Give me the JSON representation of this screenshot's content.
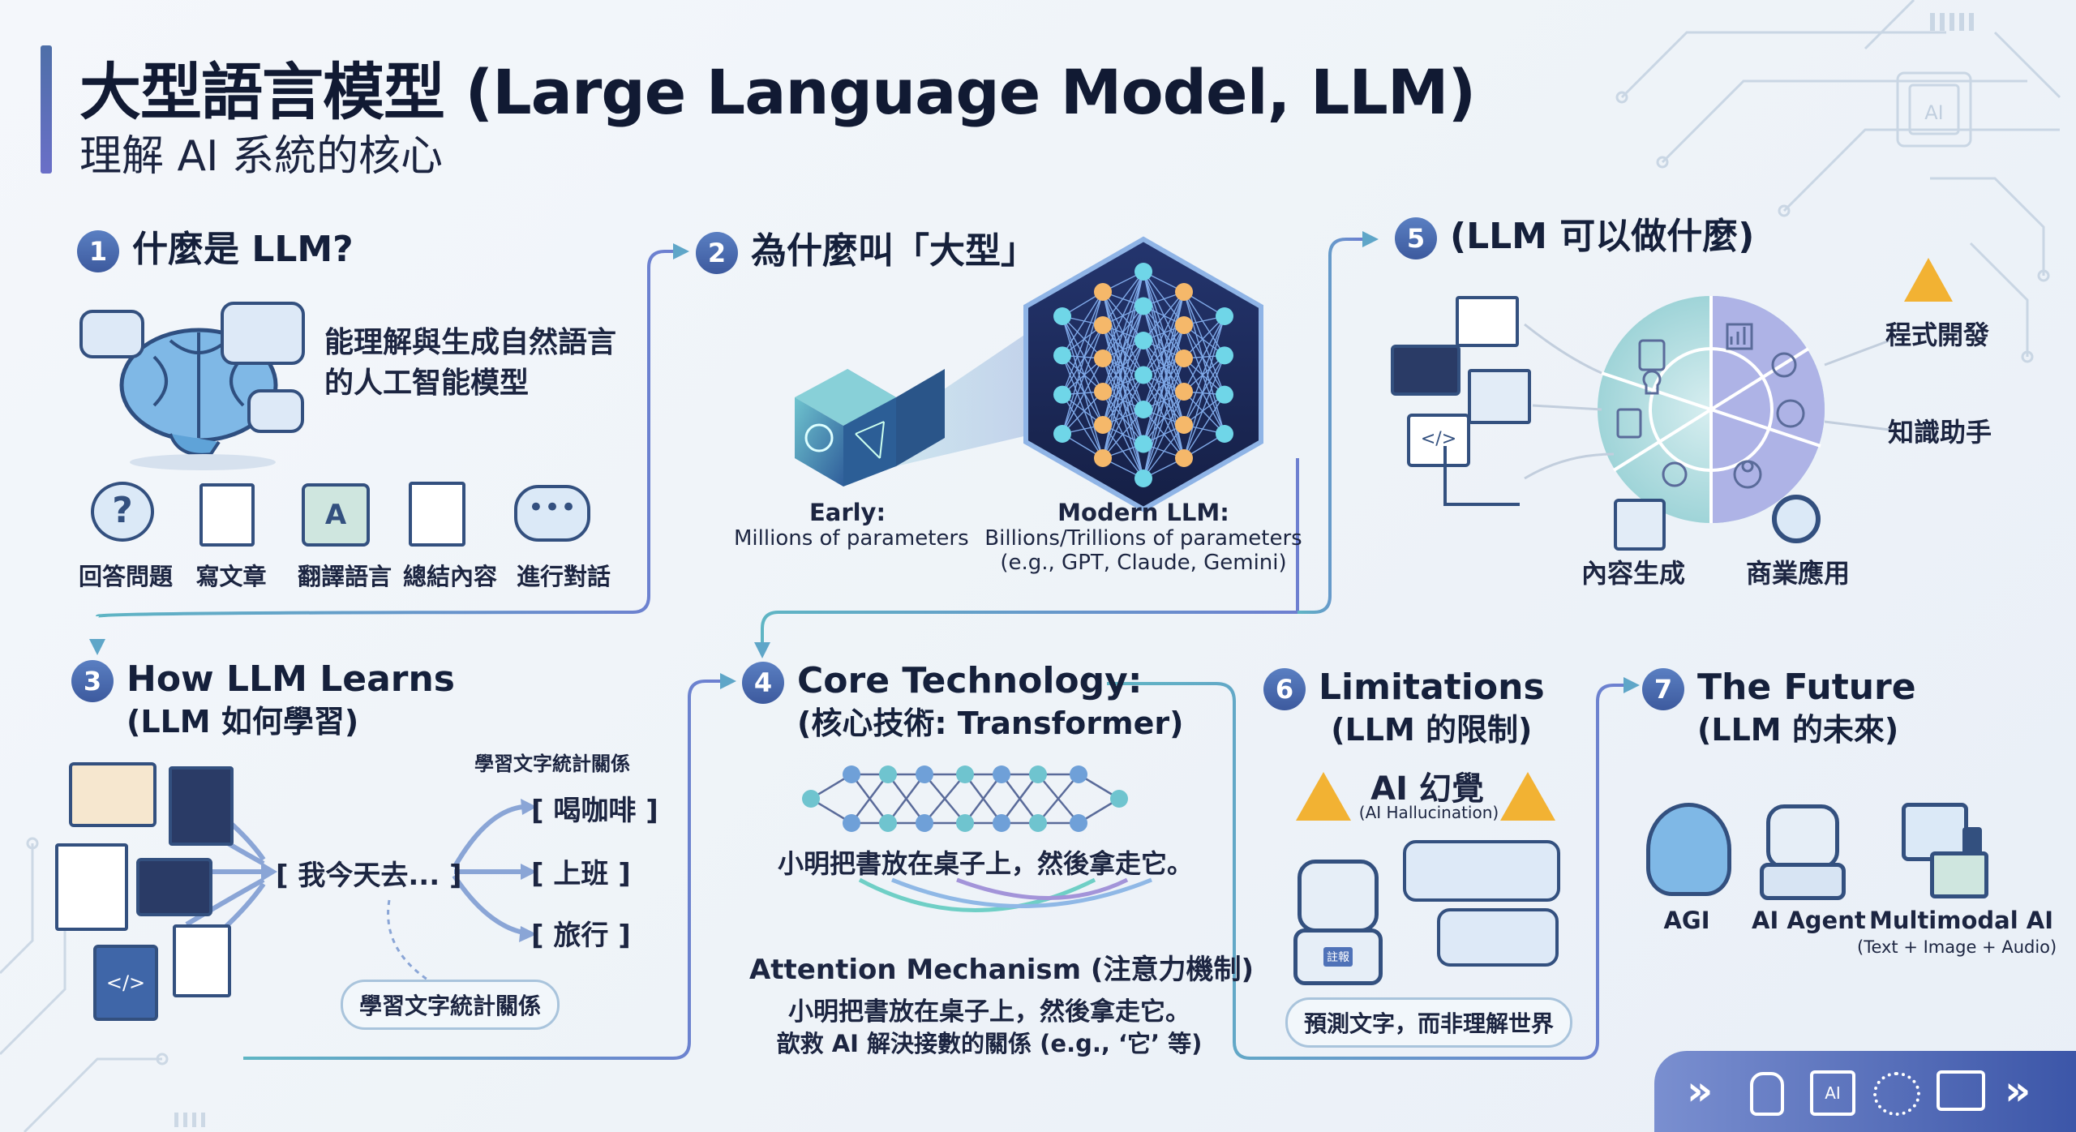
{
  "header": {
    "title": "大型語言模型 (Large Language Model, LLM)",
    "subtitle": "理解 AI 系統的核心"
  },
  "s1": {
    "num": "1",
    "heading": "什麼是 LLM?",
    "desc_line1": "能理解與生成自然語言",
    "desc_line2": "的人工智能模型",
    "tasks": [
      "回答問題",
      "寫文章",
      "翻譯語言",
      "總結內容",
      "進行對話"
    ]
  },
  "s2": {
    "num": "2",
    "heading": "為什麼叫「大型」",
    "early_title": "Early:",
    "early_desc": "Millions of parameters",
    "modern_title": "Modern LLM:",
    "modern_desc": "Billions/Trillions of parameters",
    "modern_examples": "(e.g., GPT, Claude, Gemini)"
  },
  "s5": {
    "num": "5",
    "heading": "(LLM 可以做什麼)",
    "uses": [
      "程式開發",
      "知識助手",
      "內容生成",
      "商業應用"
    ]
  },
  "s3": {
    "num": "3",
    "heading": "How LLM Learns",
    "subheading": "(LLM 如何學習)",
    "top_note": "學習文字統計關係",
    "prompt": "[ 我今天去... ]",
    "options": [
      "[ 喝咖啡 ]",
      "[ 上班 ]",
      "[ 旅行 ]"
    ],
    "bottom_note": "學習文字統計關係"
  },
  "s4": {
    "num": "4",
    "heading": "Core Technology:",
    "subheading": "(核心技術: Transformer)",
    "sentence": "小明把書放在桌子上，然後拿走它。",
    "attention_title": "Attention Mechanism (注意力機制)",
    "attention_sentence": "小明把書放在桌子上，然後拿走它。",
    "attention_note": "歆救 AI 解決接數的關係 (e.g., ‘它’ 等)"
  },
  "s6": {
    "num": "6",
    "heading": "Limitations",
    "subheading": "(LLM 的限制)",
    "hallucination": "AI 幻覺",
    "hallucination_en": "(AI Hallucination)",
    "robot_badge": "註報",
    "note": "預測文字，而非理解世界"
  },
  "s7": {
    "num": "7",
    "heading": "The Future",
    "subheading": "(LLM 的未來)",
    "items": [
      "AGI",
      "AI Agent",
      "Multimodal AI"
    ],
    "multimodal_note": "(Text + Image + Audio)"
  },
  "decor": {
    "chip_label": "AI"
  },
  "colors": {
    "accent": "#3d5a9e",
    "teal": "#5fb5c4",
    "purple": "#8a78c8",
    "warning": "#f2b233"
  }
}
